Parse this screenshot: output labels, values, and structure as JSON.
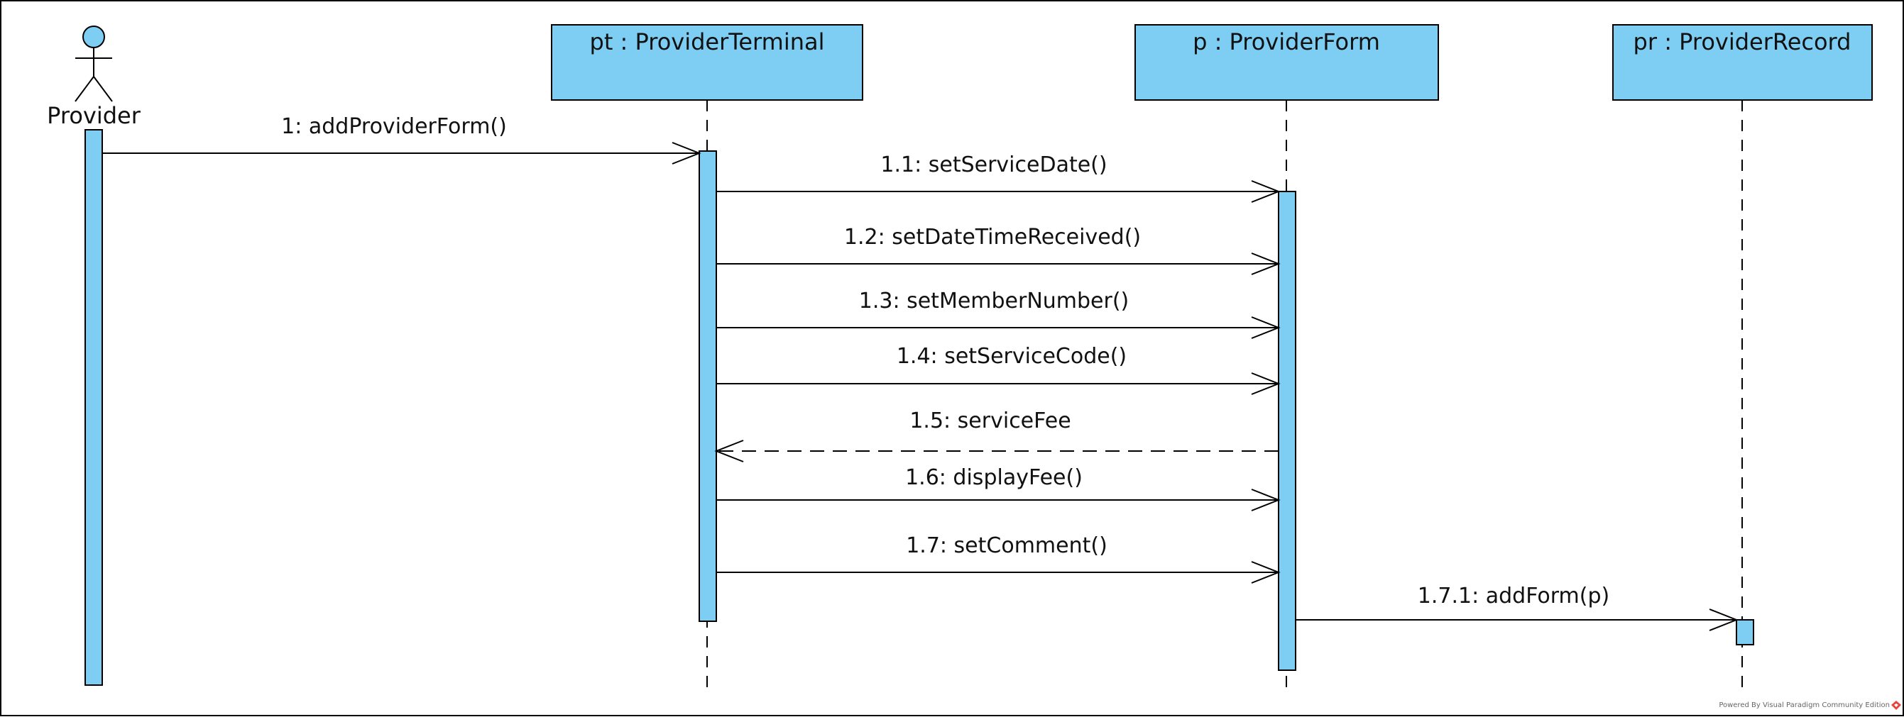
{
  "diagram": {
    "actor": {
      "name": "Provider"
    },
    "lifelines": [
      {
        "id": "pt",
        "label": "pt : ProviderTerminal"
      },
      {
        "id": "p",
        "label": "p : ProviderForm"
      },
      {
        "id": "pr",
        "label": "pr : ProviderRecord"
      }
    ],
    "messages": [
      {
        "id": "m1",
        "label": "1: addProviderForm()",
        "from": "Provider",
        "to": "pt",
        "kind": "call"
      },
      {
        "id": "m1_1",
        "label": "1.1: setServiceDate()",
        "from": "pt",
        "to": "p",
        "kind": "call"
      },
      {
        "id": "m1_2",
        "label": "1.2: setDateTimeReceived()",
        "from": "pt",
        "to": "p",
        "kind": "call"
      },
      {
        "id": "m1_3",
        "label": "1.3: setMemberNumber()",
        "from": "pt",
        "to": "p",
        "kind": "call"
      },
      {
        "id": "m1_4",
        "label": "1.4: setServiceCode()",
        "from": "pt",
        "to": "p",
        "kind": "call"
      },
      {
        "id": "m1_5",
        "label": "1.5: serviceFee",
        "from": "p",
        "to": "pt",
        "kind": "return"
      },
      {
        "id": "m1_6",
        "label": "1.6: displayFee()",
        "from": "pt",
        "to": "p",
        "kind": "call"
      },
      {
        "id": "m1_7",
        "label": "1.7: setComment()",
        "from": "pt",
        "to": "p",
        "kind": "call"
      },
      {
        "id": "m1_7_1",
        "label": "1.7.1: addForm(p)",
        "from": "p",
        "to": "pr",
        "kind": "call"
      }
    ],
    "fill_color": "#7ecef4",
    "footer": "Powered By Visual Paradigm Community Edition"
  }
}
